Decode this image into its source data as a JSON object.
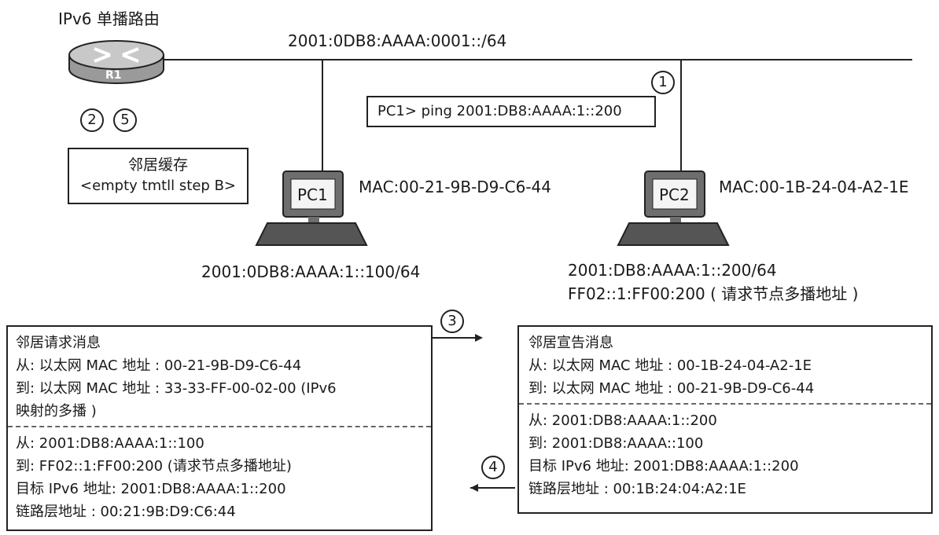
{
  "router": {
    "title": "IPv6 单播路由",
    "name": "R1"
  },
  "network_prefix": "2001:0DB8:AAAA:0001::/64",
  "steps": [
    "1",
    "2",
    "5",
    "3",
    "4"
  ],
  "command_box": "PC1> ping 2001:DB8:AAAA:1::200",
  "neighbor_cache": {
    "title": "邻居缓存",
    "content": "<empty tmtll step B>"
  },
  "pc1": {
    "name": "PC1",
    "mac": "MAC:00-21-9B-D9-C6-44",
    "ipv6": "2001:0DB8:AAAA:1::100/64"
  },
  "pc2": {
    "name": "PC2",
    "mac": "MAC:00-1B-24-04-A2-1E",
    "ipv6": "2001:DB8:AAAA:1::200/64",
    "solicited": "FF02::1:FF00:200 ( 请求节点多播地址 )"
  },
  "ns_message": {
    "title": "邻居请求消息",
    "eth_from": "从:  以太网 MAC 地址 : 00-21-9B-D9-C6-44",
    "eth_to": "到:  以太网 MAC 地址 : 33-33-FF-00-02-00 (IPv6",
    "eth_to_cont": "映射的多播 )",
    "ip_from": "从: 2001:DB8:AAAA:1::100",
    "ip_to": "到: FF02::1:FF00:200 (请求节点多播地址)",
    "target": "目标 IPv6 地址: 2001:DB8:AAAA:1::200",
    "link": "链路层地址 : 00:21:9B:D9:C6:44"
  },
  "na_message": {
    "title": "邻居宣告消息",
    "eth_from": "从: 以太网 MAC 地址 : 00-1B-24-04-A2-1E",
    "eth_to": "到: 以太网 MAC 地址 : 00-21-9B-D9-C6-44",
    "ip_from": "从: 2001:DB8:AAAA:1::200",
    "ip_to": "到: 2001:DB8:AAAA::100",
    "target": "目标 IPv6 地址: 2001:DB8:AAAA:1::200",
    "link": "链路层地址 : 00:1B:24:04:A2:1E"
  }
}
